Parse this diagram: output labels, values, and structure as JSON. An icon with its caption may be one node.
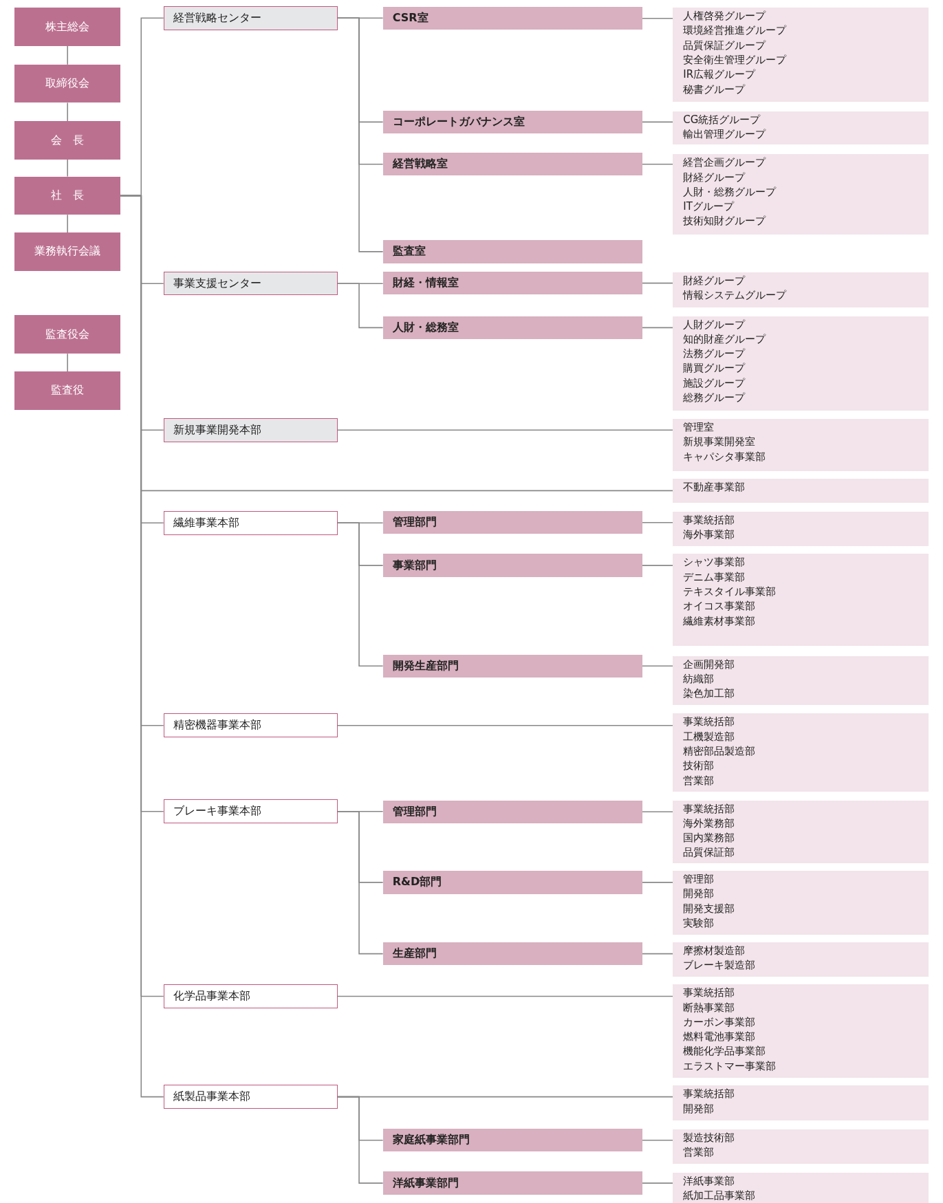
{
  "diagram": {
    "nodes": [
      {
        "text": [
          "株主総会"
        ]
      },
      {
        "text": [
          "取締役会"
        ]
      },
      {
        "text": [
          "会　長"
        ]
      },
      {
        "text": [
          "社　長"
        ]
      },
      {
        "text": [
          "業務執行会議"
        ]
      },
      {
        "text": [
          "監査役会"
        ]
      },
      {
        "text": [
          "監査役"
        ]
      },
      {
        "text": [
          "経営戦略センター"
        ]
      },
      {
        "text": [
          "CSR室"
        ]
      },
      {
        "text": [
          "人権啓発グループ",
          "環境経営推進グループ",
          "品質保証グループ",
          "安全衛生管理グループ",
          "IR広報グループ",
          "秘書グループ"
        ]
      },
      {
        "text": [
          "コーポレートガバナンス室"
        ]
      },
      {
        "text": [
          "CG統括グループ",
          "輸出管理グループ"
        ]
      },
      {
        "text": [
          "経営戦略室"
        ]
      },
      {
        "text": [
          "経営企画グループ",
          "財経グループ",
          "人財・総務グループ",
          "ITグループ",
          "技術知財グループ"
        ]
      },
      {
        "text": [
          "監査室"
        ]
      },
      {
        "text": [
          "事業支援センター"
        ]
      },
      {
        "text": [
          "財経・情報室"
        ]
      },
      {
        "text": [
          "財経グループ",
          "情報システムグループ"
        ]
      },
      {
        "text": [
          "人財・総務室"
        ]
      },
      {
        "text": [
          "人財グループ",
          "知的財産グループ",
          "法務グループ",
          "購買グループ",
          "施設グループ",
          "総務グループ"
        ]
      },
      {
        "text": [
          "新規事業開発本部"
        ]
      },
      {
        "text": [
          "管理室",
          "新規事業開発室",
          "キャパシタ事業部"
        ]
      },
      {
        "text": [
          "不動産事業部"
        ]
      },
      {
        "text": [
          "繊維事業本部"
        ]
      },
      {
        "text": [
          "管理部門"
        ]
      },
      {
        "text": [
          "事業統括部",
          "海外事業部"
        ]
      },
      {
        "text": [
          "事業部門"
        ]
      },
      {
        "text": [
          "シャツ事業部",
          "デニム事業部",
          "テキスタイル事業部",
          "オイコス事業部",
          "繊維素材事業部"
        ]
      },
      {
        "text": [
          "開発生産部門"
        ]
      },
      {
        "text": [
          "企画開発部",
          "紡織部",
          "染色加工部"
        ]
      },
      {
        "text": [
          "精密機器事業本部"
        ]
      },
      {
        "text": [
          "事業統括部",
          "工機製造部",
          "精密部品製造部",
          "技術部",
          "営業部"
        ]
      },
      {
        "text": [
          "ブレーキ事業本部"
        ]
      },
      {
        "text": [
          "管理部門"
        ]
      },
      {
        "text": [
          "事業統括部",
          "海外業務部",
          "国内業務部",
          "品質保証部"
        ]
      },
      {
        "text": [
          "R&D部門"
        ]
      },
      {
        "text": [
          "管理部",
          "開発部",
          "開発支援部",
          "実験部"
        ]
      },
      {
        "text": [
          "生産部門"
        ]
      },
      {
        "text": [
          "摩擦材製造部",
          "ブレーキ製造部"
        ]
      },
      {
        "text": [
          "化学品事業本部"
        ]
      },
      {
        "text": [
          "事業統括部",
          "断熱事業部",
          "カーボン事業部",
          "燃料電池事業部",
          "機能化学品事業部",
          "エラストマー事業部"
        ]
      },
      {
        "text": [
          "紙製品事業本部"
        ]
      },
      {
        "text": [
          "事業統括部",
          "開発部"
        ]
      },
      {
        "text": [
          "家庭紙事業部門"
        ]
      },
      {
        "text": [
          "製造技術部",
          "営業部"
        ]
      },
      {
        "text": [
          "洋紙事業部門"
        ]
      },
      {
        "text": [
          "洋紙事業部",
          "紙加工品事業部"
        ]
      }
    ],
    "edges": [
      {
        "from": 0,
        "to": 1,
        "arrow": "none"
      },
      {
        "from": 1,
        "to": 2,
        "arrow": "none"
      },
      {
        "from": 2,
        "to": 3,
        "arrow": "none"
      },
      {
        "from": 3,
        "to": 4,
        "arrow": "none"
      },
      {
        "from": 5,
        "to": 6,
        "arrow": "none"
      },
      {
        "from": 3,
        "to": 7,
        "arrow": "none"
      },
      {
        "from": 3,
        "to": 15,
        "arrow": "none"
      },
      {
        "from": 3,
        "to": 20,
        "arrow": "none"
      },
      {
        "from": 3,
        "to": 22,
        "arrow": "none"
      },
      {
        "from": 3,
        "to": 23,
        "arrow": "none"
      },
      {
        "from": 3,
        "to": 30,
        "arrow": "none"
      },
      {
        "from": 3,
        "to": 32,
        "arrow": "none"
      },
      {
        "from": 3,
        "to": 39,
        "arrow": "none"
      },
      {
        "from": 3,
        "to": 41,
        "arrow": "none"
      },
      {
        "from": 7,
        "to": 8,
        "arrow": "none"
      },
      {
        "from": 7,
        "to": 10,
        "arrow": "none"
      },
      {
        "from": 7,
        "to": 12,
        "arrow": "none"
      },
      {
        "from": 7,
        "to": 14,
        "arrow": "none"
      },
      {
        "from": 8,
        "to": 9,
        "arrow": "none"
      },
      {
        "from": 10,
        "to": 11,
        "arrow": "none"
      },
      {
        "from": 12,
        "to": 13,
        "arrow": "none"
      },
      {
        "from": 15,
        "to": 16,
        "arrow": "none"
      },
      {
        "from": 15,
        "to": 18,
        "arrow": "none"
      },
      {
        "from": 16,
        "to": 17,
        "arrow": "none"
      },
      {
        "from": 18,
        "to": 19,
        "arrow": "none"
      },
      {
        "from": 20,
        "to": 21,
        "arrow": "none"
      },
      {
        "from": 23,
        "to": 24,
        "arrow": "none"
      },
      {
        "from": 23,
        "to": 26,
        "arrow": "none"
      },
      {
        "from": 23,
        "to": 28,
        "arrow": "none"
      },
      {
        "from": 24,
        "to": 25,
        "arrow": "none"
      },
      {
        "from": 26,
        "to": 27,
        "arrow": "none"
      },
      {
        "from": 28,
        "to": 29,
        "arrow": "none"
      },
      {
        "from": 30,
        "to": 31,
        "arrow": "none"
      },
      {
        "from": 32,
        "to": 33,
        "arrow": "none"
      },
      {
        "from": 32,
        "to": 35,
        "arrow": "none"
      },
      {
        "from": 32,
        "to": 37,
        "arrow": "none"
      },
      {
        "from": 33,
        "to": 34,
        "arrow": "none"
      },
      {
        "from": 35,
        "to": 36,
        "arrow": "none"
      },
      {
        "from": 37,
        "to": 38,
        "arrow": "none"
      },
      {
        "from": 39,
        "to": 40,
        "arrow": "none"
      },
      {
        "from": 41,
        "to": 42,
        "arrow": "none"
      },
      {
        "from": 41,
        "to": 43,
        "arrow": "none"
      },
      {
        "from": 41,
        "to": 45,
        "arrow": "none"
      },
      {
        "from": 43,
        "to": 44,
        "arrow": "none"
      },
      {
        "from": 45,
        "to": 46,
        "arrow": "none"
      }
    ]
  }
}
